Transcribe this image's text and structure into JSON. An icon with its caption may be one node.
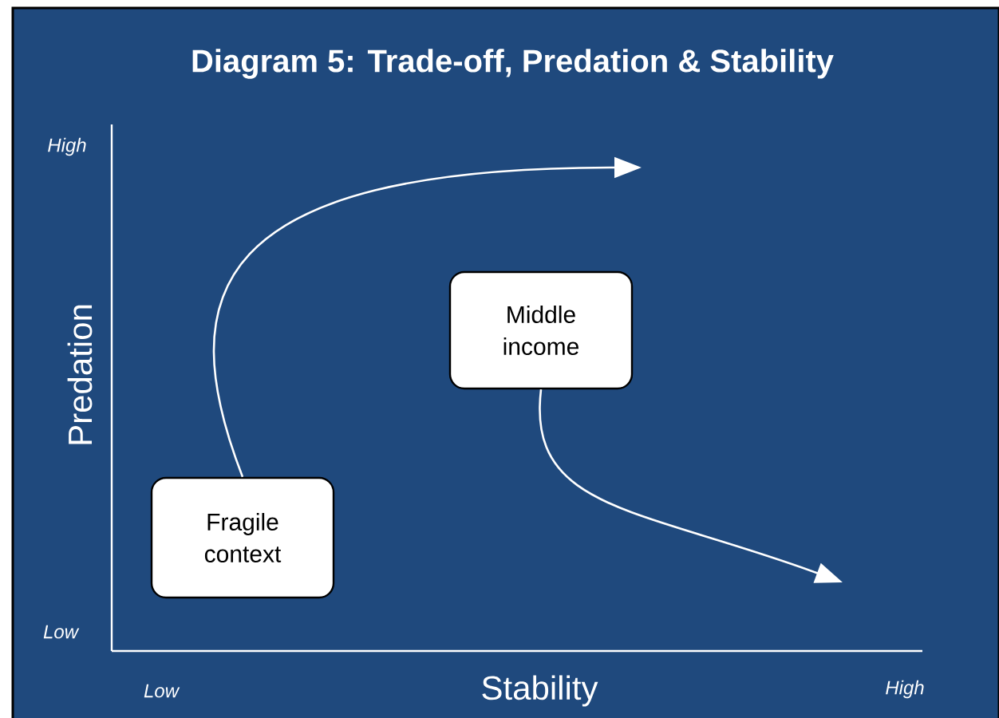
{
  "diagram": {
    "title": "Diagram 5:  Trade-off, Predation & Stability",
    "nodes": [
      {
        "text": [
          "Fragile context"
        ]
      },
      {
        "text": [
          "Middle income"
        ]
      }
    ],
    "edges": [
      {
        "from": 0,
        "to": null,
        "arrow": "to"
      },
      {
        "from": 1,
        "to": null,
        "arrow": "to"
      }
    ],
    "labels": [
      "High",
      "Predation",
      "Low",
      "Low",
      "Stability",
      "High"
    ]
  }
}
